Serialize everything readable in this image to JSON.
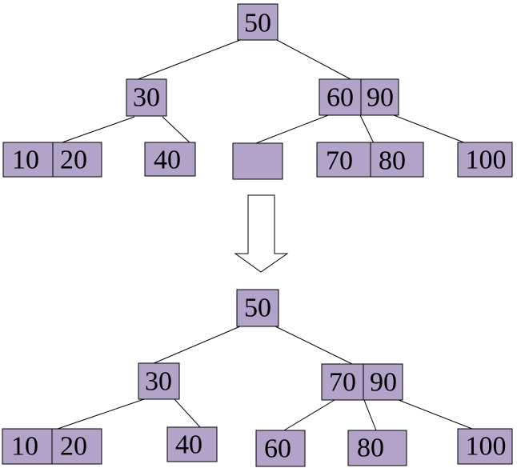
{
  "colors": {
    "node_fill": "#b2a3c8",
    "stroke": "#000000",
    "background": "#ffffff"
  },
  "before_tree": {
    "root": {
      "keys": [
        "50"
      ]
    },
    "level1": [
      {
        "keys": [
          "30"
        ]
      },
      {
        "keys": [
          "60",
          "90"
        ]
      }
    ],
    "level2": [
      {
        "keys": [
          "10",
          "20"
        ]
      },
      {
        "keys": [
          "40"
        ]
      },
      {
        "keys": [
          ""
        ]
      },
      {
        "keys": [
          "70",
          "80"
        ]
      },
      {
        "keys": [
          "100"
        ]
      }
    ]
  },
  "transition": {
    "icon": "down-arrow-icon"
  },
  "after_tree": {
    "root": {
      "keys": [
        "50"
      ]
    },
    "level1": [
      {
        "keys": [
          "30"
        ]
      },
      {
        "keys": [
          "70",
          "90"
        ]
      }
    ],
    "level2": [
      {
        "keys": [
          "10",
          "20"
        ]
      },
      {
        "keys": [
          "40"
        ]
      },
      {
        "keys": [
          "60"
        ]
      },
      {
        "keys": [
          "80"
        ]
      },
      {
        "keys": [
          "100"
        ]
      }
    ]
  }
}
